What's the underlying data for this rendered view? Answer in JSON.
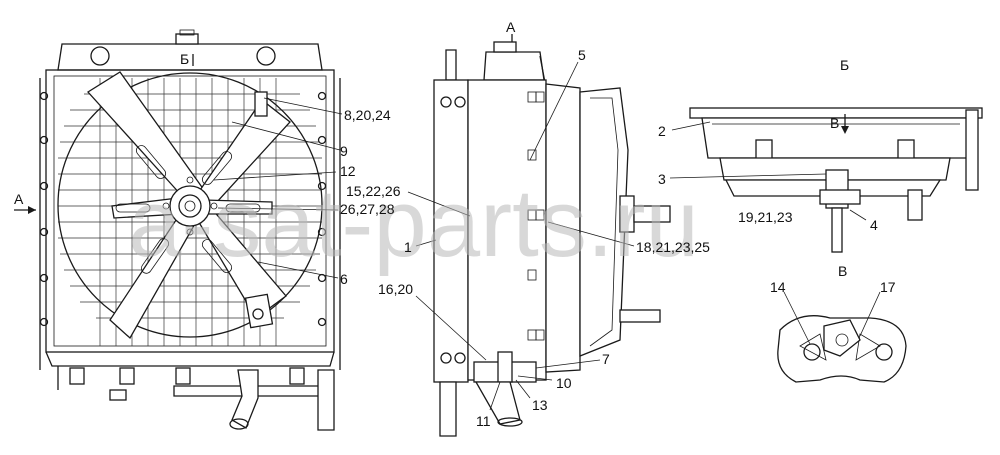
{
  "views": {
    "view_a_label": "А",
    "view_b_label": "Б",
    "view_b_top_label": "Б",
    "view_v_label": "В",
    "view_v_bottom_label": "В",
    "arrow_a_label": "А"
  },
  "callouts": {
    "c_8_20_24": "8,20,24",
    "c_9": "9",
    "c_12": "12",
    "c_15_22_26": "15,22,26",
    "c_26_27_28": "26,27,28",
    "c_1": "1",
    "c_6": "6",
    "c_16_20": "16,20",
    "c_5": "5",
    "c_18_21_23_25": "18,21,23,25",
    "c_7": "7",
    "c_10": "10",
    "c_11": "11",
    "c_13": "13",
    "c_2": "2",
    "c_3": "3",
    "c_19_21_23": "19,21,23",
    "c_4": "4",
    "c_14": "14",
    "c_17": "17"
  },
  "watermark": "a-sat-parts.ru"
}
